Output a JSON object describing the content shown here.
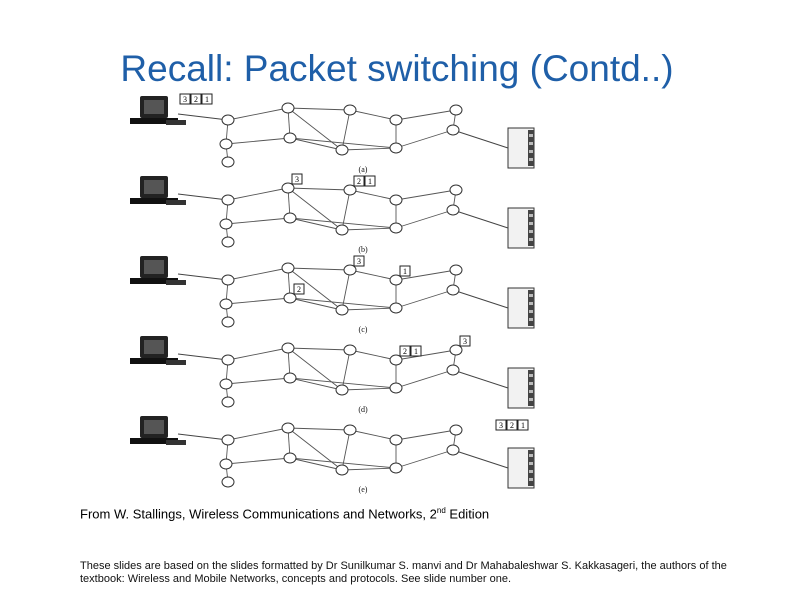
{
  "slide": {
    "title": "Recall: Packet switching (Contd..)",
    "caption_main": "From W. Stallings, Wireless Communications and Networks, 2",
    "caption_sup": "nd",
    "caption_tail": " Edition",
    "footnote": "These slides are based on the slides formatted by Dr Sunilkumar S. manvi and Dr Mahabaleshwar S. Kakkasageri, the authors of the textbook: Wireless and Mobile Networks, concepts and protocols. See slide number one."
  },
  "figure": {
    "panels": [
      {
        "label": "(a)",
        "packets": [
          {
            "ids": [
              "3",
              "2",
              "1"
            ],
            "at": "source"
          }
        ]
      },
      {
        "label": "(b)",
        "packets": [
          {
            "ids": [
              "3"
            ],
            "at": "n1"
          },
          {
            "ids": [
              "2",
              "1"
            ],
            "at": "n2"
          }
        ]
      },
      {
        "label": "(c)",
        "packets": [
          {
            "ids": [
              "3"
            ],
            "at": "n2"
          },
          {
            "ids": [
              "2"
            ],
            "at": "n6"
          },
          {
            "ids": [
              "1"
            ],
            "at": "n3"
          }
        ]
      },
      {
        "label": "(d)",
        "packets": [
          {
            "ids": [
              "3"
            ],
            "at": "n4"
          },
          {
            "ids": [
              "2",
              "1"
            ],
            "at": "n3"
          }
        ]
      },
      {
        "label": "(e)",
        "packets": [
          {
            "ids": [
              "3",
              "2",
              "1"
            ],
            "at": "dest"
          }
        ]
      }
    ]
  }
}
